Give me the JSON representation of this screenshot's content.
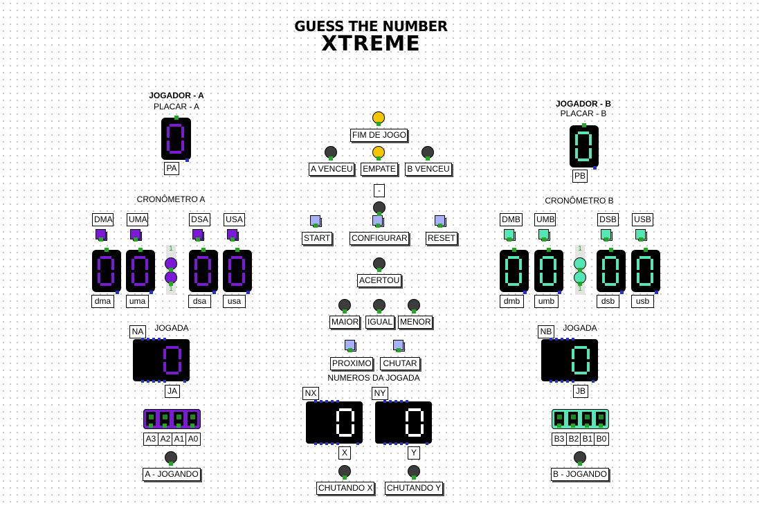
{
  "title": {
    "line1": "GUESS THE NUMBER",
    "line2": "XTREME"
  },
  "colors": {
    "purple": "#7b19d6",
    "teal": "#55e6b8",
    "yellow": "#f5c500",
    "led_off": "#3d3d3d",
    "button": "#a7b1f9",
    "pin_green": "#1faa1f",
    "pin_blue": "#2233cc"
  },
  "player_a": {
    "title": "JOGADOR - A",
    "score_label": "PLACAR - A",
    "score_tag": "PA",
    "timer_title": "CRONÔMETRO A",
    "timer_inputs": [
      "DMA",
      "UMA",
      "DSA",
      "USA"
    ],
    "timer_outputs": [
      "dma",
      "uma",
      "dsa",
      "usa"
    ],
    "colon_top": "1",
    "colon_bottom": "1",
    "move_title": "JOGADA",
    "move_in": "NA",
    "move_out": "JA",
    "bits": [
      "A3",
      "A2",
      "A1",
      "A0"
    ],
    "status": "A - JOGANDO"
  },
  "player_b": {
    "title": "JOGADOR - B",
    "score_label": "PLACAR - B",
    "score_tag": "PB",
    "timer_title": "CRONÔMETRO B",
    "timer_inputs": [
      "DMB",
      "UMB",
      "DSB",
      "USB"
    ],
    "timer_outputs": [
      "dmb",
      "umb",
      "dsb",
      "usb"
    ],
    "colon_top": "1",
    "colon_bottom": "1",
    "move_title": "JOGADA",
    "move_in": "NB",
    "move_out": "JB",
    "bits": [
      "B3",
      "B2",
      "B1",
      "B0"
    ],
    "status": "B - JOGANDO"
  },
  "center": {
    "game_over": "FIM DE JOGO",
    "a_won": "A VENCEU",
    "draw": "EMPATE",
    "b_won": "B VENCEU",
    "dash": "-",
    "start": "START",
    "configure": "CONFIGURAR",
    "reset": "RESET",
    "hit": "ACERTOU",
    "greater": "MAIOR",
    "equal": "IGUAL",
    "less": "MENOR",
    "next": "PROXIMO",
    "guess": "CHUTAR",
    "numbers_title": "NUMEROS DA JOGADA",
    "nx": "NX",
    "ny": "NY",
    "x": "X",
    "y": "Y",
    "guessing_x": "CHUTANDO X",
    "guessing_y": "CHUTANDO Y"
  },
  "displays": {
    "digit_value": "0"
  }
}
